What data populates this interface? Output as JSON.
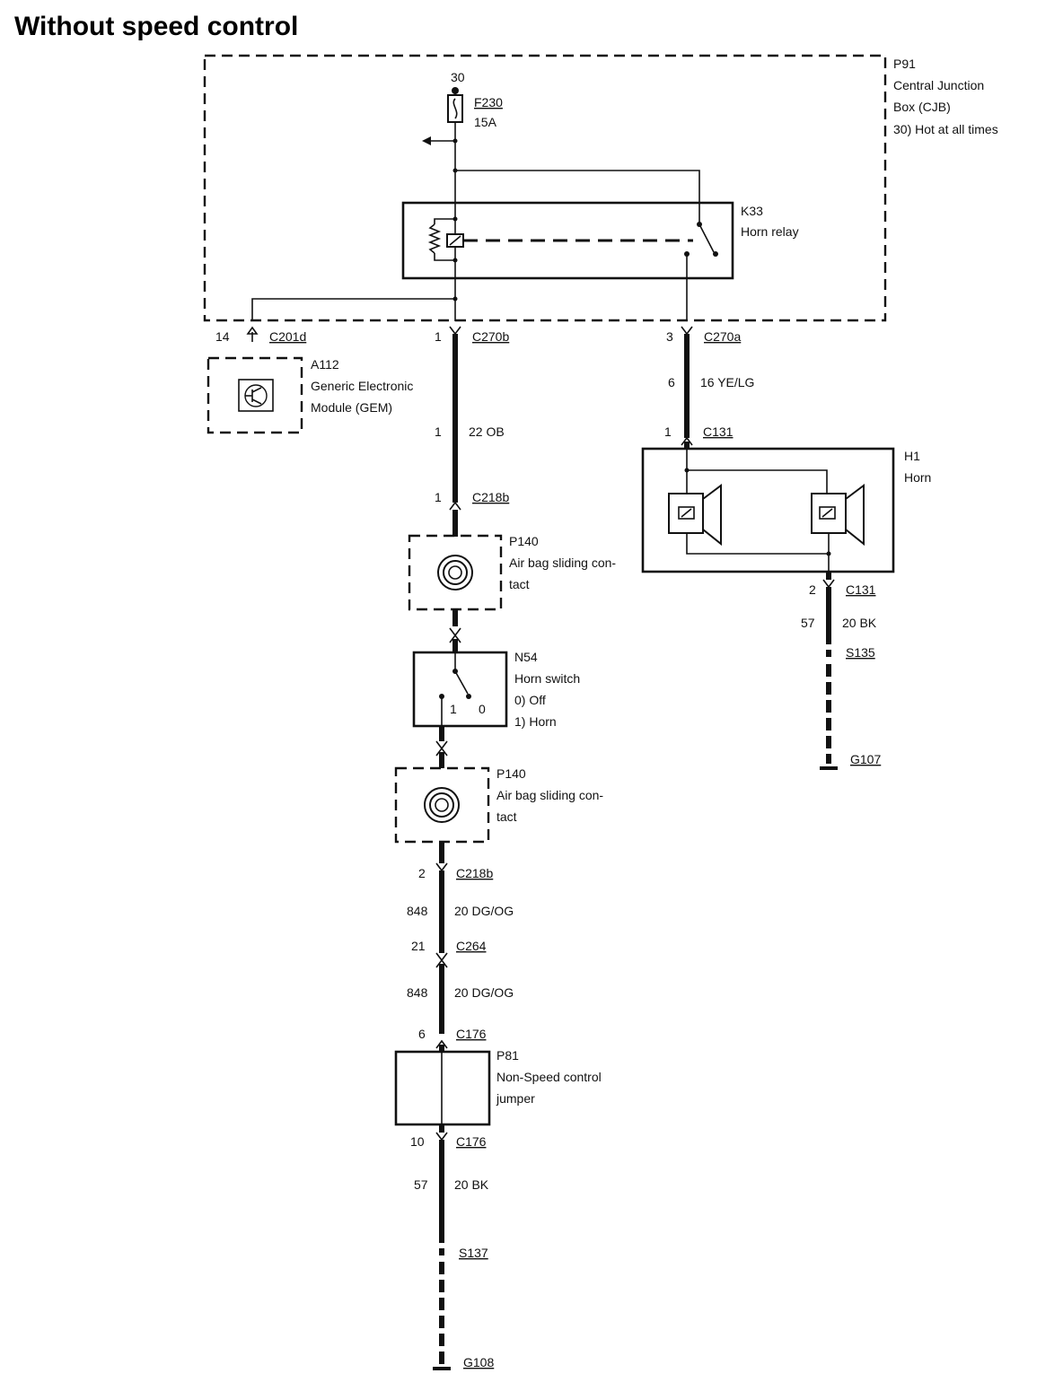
{
  "title": "Without speed control",
  "cjb": {
    "id": "P91",
    "name_line1": "Central Junction",
    "name_line2": "Box (CJB)",
    "note": "30)  Hot at all times",
    "terminal": "30",
    "fuse_id": "F230",
    "fuse_rating": "15A"
  },
  "relay": {
    "id": "K33",
    "name": "Horn relay"
  },
  "gem": {
    "pin": "14",
    "connector": "C201d",
    "id": "A112",
    "name_line1": "Generic Electronic",
    "name_line2": "Module (GEM)"
  },
  "left_branch": {
    "c270b_pin": "1",
    "c270b": "C270b",
    "wire_circuit": "1",
    "wire_spec": "22 OB",
    "c218b_pin": "1",
    "c218b": "C218b"
  },
  "clockspring_upper": {
    "id": "P140",
    "name_line1": "Air bag sliding con-",
    "name_line2": "tact"
  },
  "horn_switch": {
    "id": "N54",
    "name": "Horn switch",
    "state0": "0)    Off",
    "state1": "1)    Horn",
    "pos1": "1",
    "pos0": "0"
  },
  "clockspring_lower": {
    "id": "P140",
    "name_line1": "Air bag sliding con-",
    "name_line2": "tact"
  },
  "lower_branch": {
    "c218b_pin": "2",
    "c218b": "C218b",
    "wire1_circuit": "848",
    "wire1_spec": "20 DG/OG",
    "c264_pin": "21",
    "c264": "C264",
    "wire2_circuit": "848",
    "wire2_spec": "20 DG/OG",
    "c176_top_pin": "6",
    "c176_top": "C176",
    "jumper_id": "P81",
    "jumper_line1": "Non-Speed control",
    "jumper_line2": "jumper",
    "c176_bot_pin": "10",
    "c176_bot": "C176",
    "wire3_circuit": "57",
    "wire3_spec": "20 BK",
    "splice": "S137",
    "ground": "G108"
  },
  "right_branch": {
    "c270a_pin": "3",
    "c270a": "C270a",
    "wire_circuit": "6",
    "wire_spec": "16 YE/LG",
    "c131_pin": "1",
    "c131": "C131",
    "horn_id": "H1",
    "horn_name": "Horn",
    "c131_out_pin": "2",
    "c131_out": "C131",
    "wire2_circuit": "57",
    "wire2_spec": "20 BK",
    "splice": "S135",
    "ground": "G107"
  }
}
